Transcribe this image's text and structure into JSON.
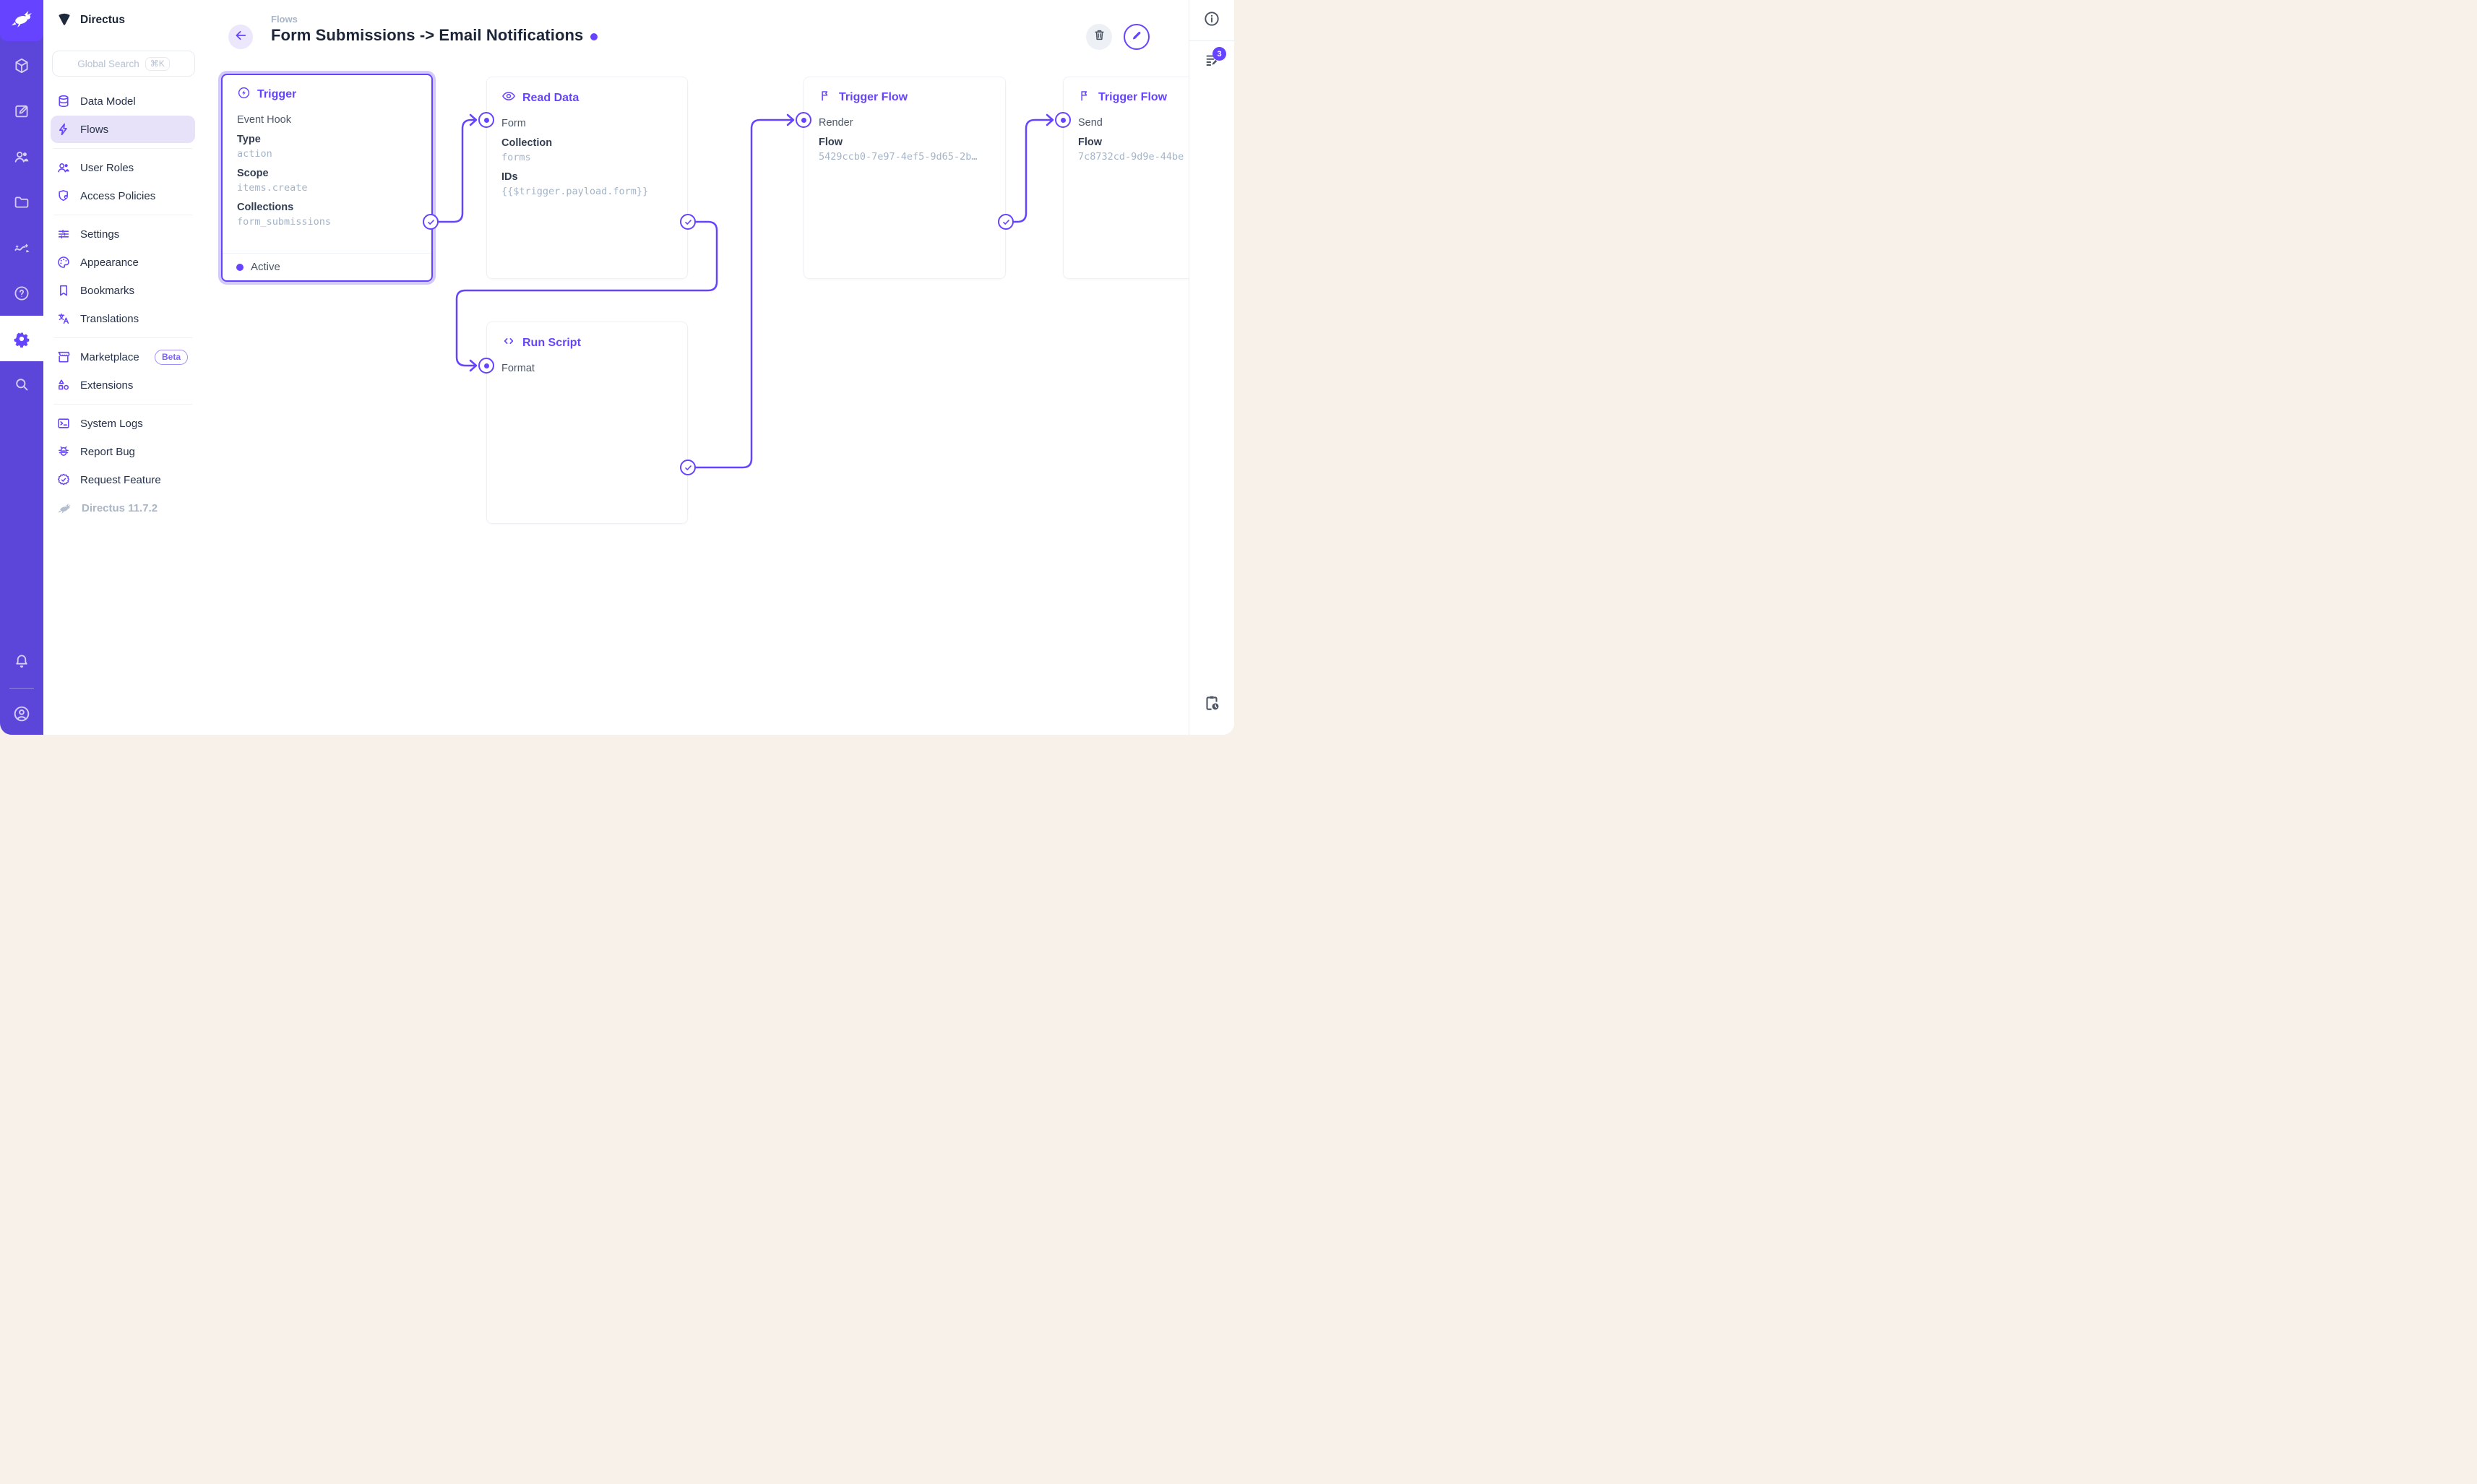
{
  "colors": {
    "accent": "#6644FF",
    "module_bar": "#5B46D9",
    "selection_halo": "#D4CAF9",
    "page_background": "#F8F1EA",
    "active_nav_bg": "#E7E1F9"
  },
  "sidebar": {
    "project_name": "Directus",
    "search": {
      "placeholder": "Global Search",
      "shortcut": "⌘K"
    },
    "items": [
      {
        "label": "Data Model"
      },
      {
        "label": "Flows"
      },
      {
        "label": "User Roles"
      },
      {
        "label": "Access Policies"
      },
      {
        "label": "Settings"
      },
      {
        "label": "Appearance"
      },
      {
        "label": "Bookmarks"
      },
      {
        "label": "Translations"
      },
      {
        "label": "Marketplace",
        "badge": "Beta"
      },
      {
        "label": "Extensions"
      },
      {
        "label": "System Logs"
      },
      {
        "label": "Report Bug"
      },
      {
        "label": "Request Feature"
      }
    ],
    "version": "Directus 11.7.2"
  },
  "header": {
    "breadcrumb": "Flows",
    "title": "Form Submissions -> Email Notifications"
  },
  "right_sidebar": {
    "notifications_count": "3"
  },
  "flow": {
    "trigger": {
      "title": "Trigger",
      "type_label": "Event Hook",
      "fields": [
        {
          "key": "Type",
          "value": "action"
        },
        {
          "key": "Scope",
          "value": "items.create"
        },
        {
          "key": "Collections",
          "value": "form_submissions"
        }
      ],
      "status": "Active"
    },
    "read_data": {
      "title": "Read Data",
      "name": "Form",
      "fields": [
        {
          "key": "Collection",
          "value": "forms"
        },
        {
          "key": "IDs",
          "value": "{{$trigger.payload.form}}"
        }
      ]
    },
    "run_script": {
      "title": "Run Script",
      "name": "Format"
    },
    "trigger_flow_render": {
      "title": "Trigger Flow",
      "name": "Render",
      "fields": [
        {
          "key": "Flow",
          "value": "5429ccb0-7e97-4ef5-9d65-2b…"
        }
      ]
    },
    "trigger_flow_send": {
      "title": "Trigger Flow",
      "name": "Send",
      "fields": [
        {
          "key": "Flow",
          "value": "7c8732cd-9d9e-44be"
        }
      ]
    }
  }
}
